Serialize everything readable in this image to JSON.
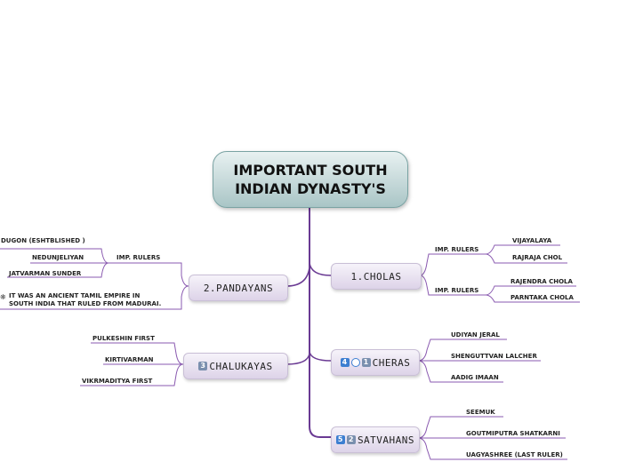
{
  "root": {
    "line1": "IMPORTANT SOUTH",
    "line2": "INDIAN DYNASTY'S"
  },
  "cholas": {
    "title": "1.CHOLAS",
    "group1": {
      "label": "IMP. RULERS",
      "items": [
        "VIJAYALAYA",
        "RAJRAJA CHOL"
      ]
    },
    "group2": {
      "label": "IMP. RULERS",
      "items": [
        "RAJENDRA CHOLA",
        "PARNTAKA CHOLA"
      ]
    }
  },
  "pandayans": {
    "title": "2.PANDAYANS",
    "group": {
      "label": "IMP. RULERS",
      "items": [
        "DUGON (ESHTBLISHED )",
        "NEDUNJELIYAN",
        "JATVARMAN SUNDER"
      ]
    },
    "note_line1": "IT WAS AN ANCIENT TAMIL EMPIRE IN",
    "note_line2": "SOUTH INDIA THAT RULED FROM MADURAI."
  },
  "chalukayas": {
    "badge": "3",
    "title": "CHALUKAYAS",
    "items": [
      "PULKESHIN FIRST",
      "KIRTIVARMAN",
      "VIKRMADITYA FIRST"
    ]
  },
  "cheras": {
    "badge1": "4",
    "badge2": "1",
    "title": "CHERAS",
    "items": [
      "UDIYAN JERAL",
      "SHENGUTTVAN LALCHER",
      "AADIG IMAAN"
    ]
  },
  "satvahans": {
    "badge1": "5",
    "badge2": "2",
    "title": "SATVAHANS",
    "items": [
      "SEEMUK",
      "GOUTMIPUTRA SHATKARNI",
      "UAGYASHREE (LAST RULER)"
    ]
  },
  "colors": {
    "trunk": "#6a3a93",
    "branch": "#8a5ab0"
  }
}
